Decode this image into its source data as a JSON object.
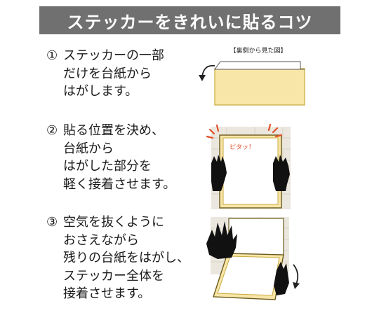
{
  "title": "ステッカーをきれいに貼るコツ",
  "colors": {
    "title_bar": "#707070",
    "sticker_fill": "#f7e6a8",
    "sticker_border": "#c9a93c",
    "wall": "#ebe7df",
    "hand": "#111111",
    "burst": "#e2502a"
  },
  "steps": [
    {
      "marker": "①",
      "lines": [
        "ステッカーの一部",
        "だけを台紙から",
        "はがします。"
      ]
    },
    {
      "marker": "②",
      "lines": [
        "貼る位置を決め、",
        "台紙から",
        "はがした部分を",
        "軽く接着させます。"
      ]
    },
    {
      "marker": "③",
      "lines": [
        "空気を抜くように",
        "おさえながら",
        "残りの台紙をはがし、",
        "ステッカー全体を",
        "接着させます。"
      ]
    }
  ],
  "illustrations": {
    "step1_caption": "【裏側から見た図】",
    "step2_caption": "ピタッ！"
  }
}
